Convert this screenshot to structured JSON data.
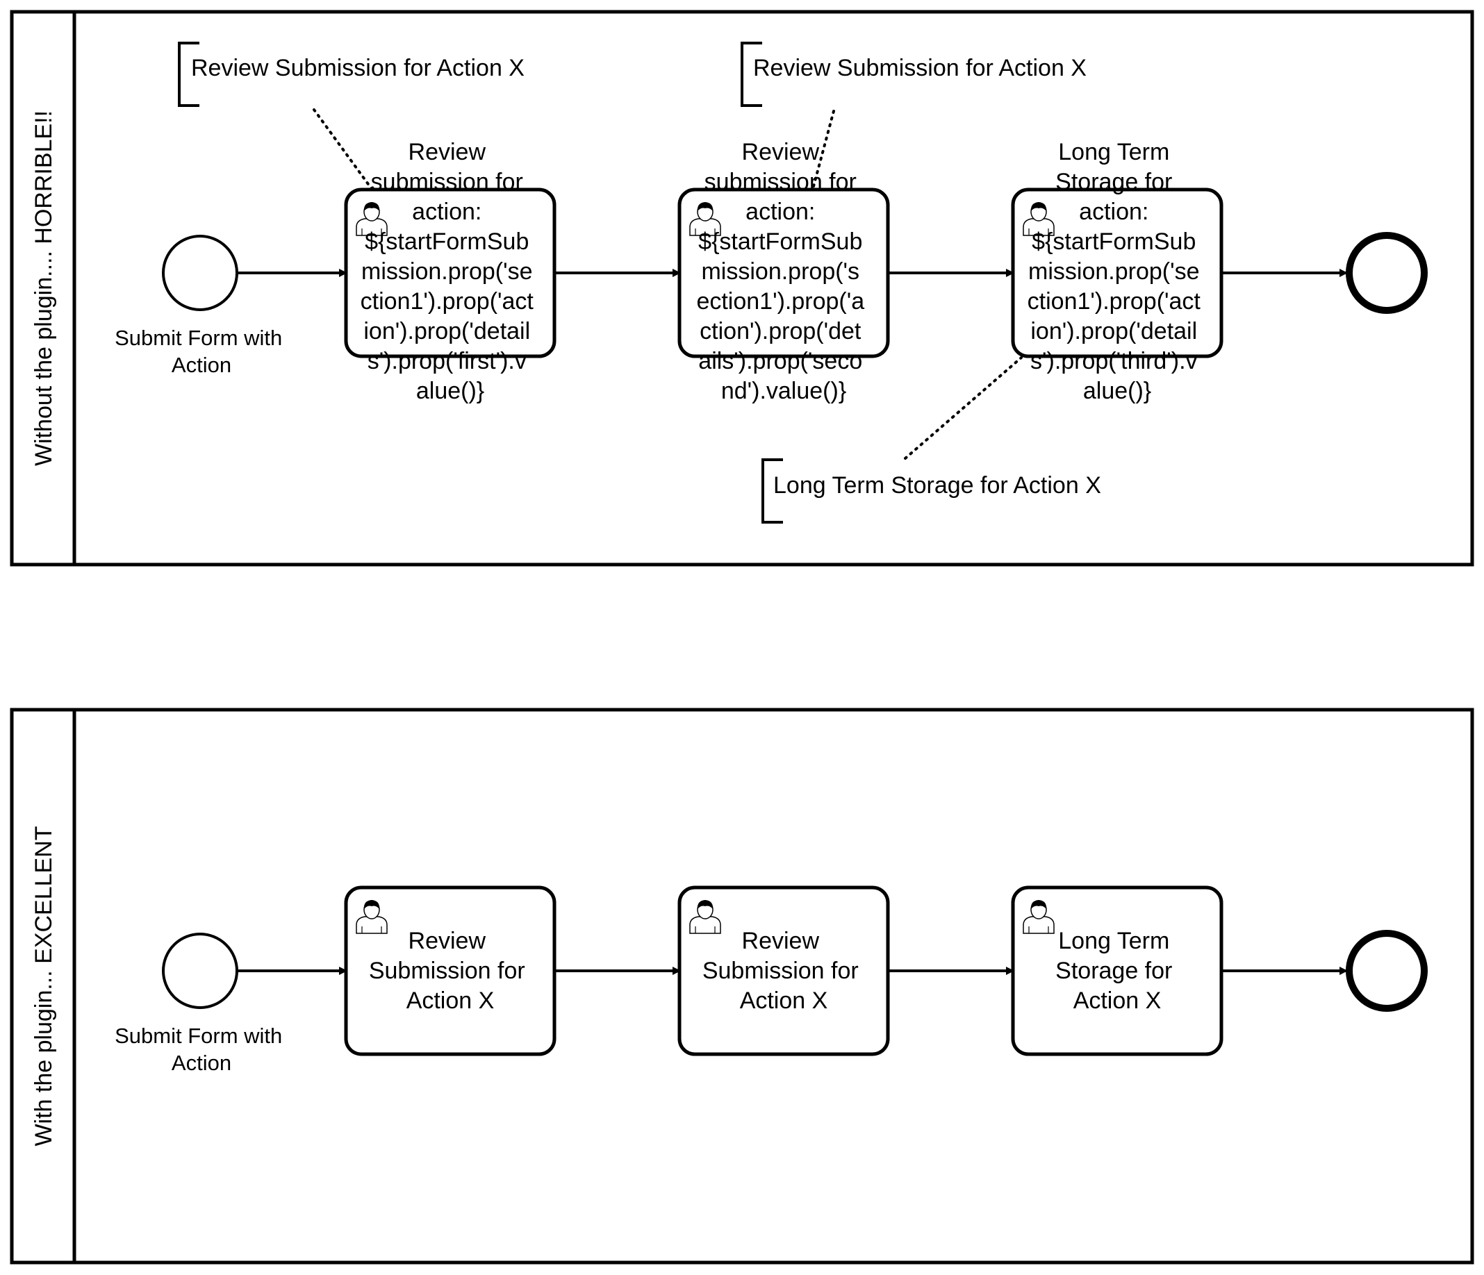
{
  "colors": {
    "stroke": "#000000",
    "background": "#ffffff"
  },
  "pools": [
    {
      "id": "without",
      "title": "Without the plugin.... HORRIBLE!!",
      "start_event_label": [
        "Submit Form with",
        "Action"
      ],
      "tasks": [
        {
          "icon": "user-task-icon",
          "label_lines": [
            "Review",
            "submission for",
            "action:",
            "${startFormSub",
            "mission.prop('se",
            "ction1').prop('act",
            "ion').prop('detail",
            "s').prop('first').v",
            "alue()}"
          ]
        },
        {
          "icon": "user-task-icon",
          "label_lines": [
            "Review",
            "submission for",
            "action:",
            "${startFormSub",
            "mission.prop('s",
            "ection1').prop('a",
            "ction').prop('det",
            "ails').prop('seco",
            "nd').value()}"
          ]
        },
        {
          "icon": "user-task-icon",
          "label_lines": [
            "Long Term",
            "Storage for",
            "action:",
            "${startFormSub",
            "mission.prop('se",
            "ction1').prop('act",
            "ion').prop('detail",
            "s').prop('third').v",
            "alue()}"
          ]
        }
      ],
      "annotations": [
        "Review Submission for Action X",
        "Review Submission for Action X",
        "Long Term Storage for Action X"
      ]
    },
    {
      "id": "with",
      "title": "With the plugin... EXCELLENT",
      "start_event_label": [
        "Submit Form with",
        "Action"
      ],
      "tasks": [
        {
          "icon": "user-task-icon",
          "label_lines": [
            "Review",
            "Submission for",
            "Action X"
          ]
        },
        {
          "icon": "user-task-icon",
          "label_lines": [
            "Review",
            "Submission for",
            "Action X"
          ]
        },
        {
          "icon": "user-task-icon",
          "label_lines": [
            "Long Term",
            "Storage for",
            "Action X"
          ]
        }
      ]
    }
  ]
}
